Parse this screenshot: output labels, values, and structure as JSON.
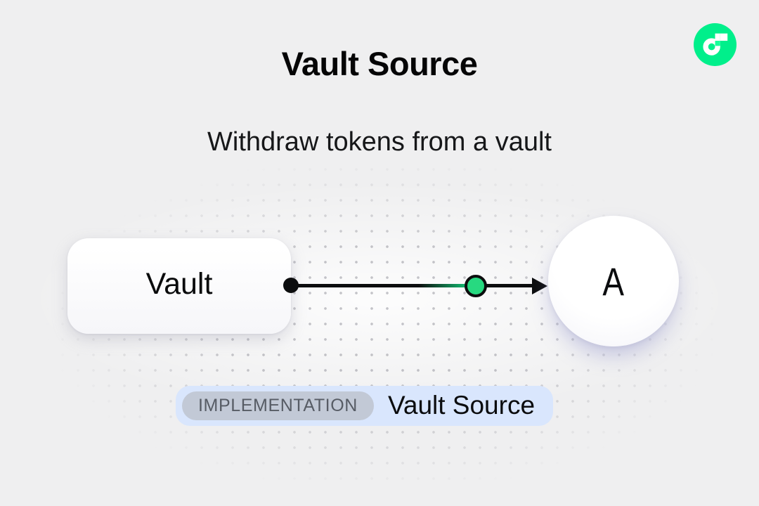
{
  "colors": {
    "background": "#efeff0",
    "dot_grid": "#96969e",
    "flow_brand_green": "#00ef8b",
    "flow_logo_connector_green": "#16ff99",
    "token_green": "#27d980",
    "edge_black": "#0c0d0e",
    "badge_background": "#d9e6fd",
    "tag_background": "#c2c9d6",
    "tag_text": "#575c65"
  },
  "header": {
    "title": "Vault Source",
    "subtitle": "Withdraw tokens from a vault",
    "logo_icon": "flow-logo-icon"
  },
  "diagram": {
    "source_node": {
      "label": "Vault"
    },
    "target_node": {
      "label": "A"
    },
    "edge": {
      "start_icon": "edge-start-dot-icon",
      "token_icon": "token-node-icon",
      "arrow_icon": "arrowhead-icon"
    }
  },
  "badge": {
    "tag": "IMPLEMENTATION",
    "label": "Vault Source"
  }
}
